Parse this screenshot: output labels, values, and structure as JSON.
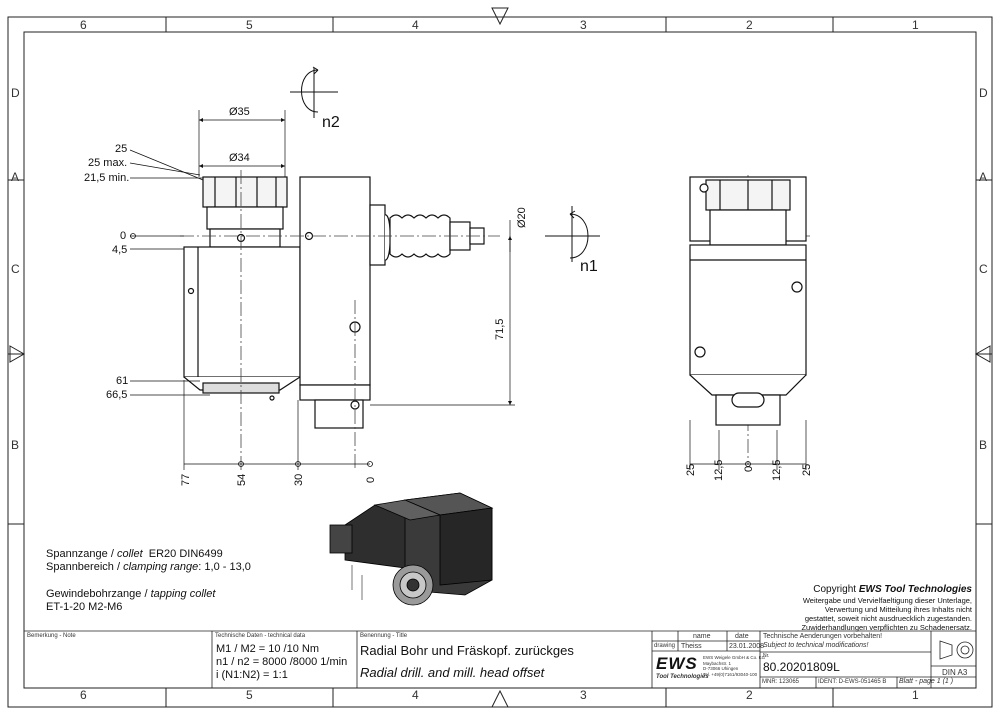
{
  "border": {
    "columns": [
      "6",
      "5",
      "4",
      "3",
      "2",
      "1"
    ],
    "rows_left": [
      "D",
      "A",
      "C",
      "B"
    ],
    "rows_right": [
      "D",
      "A",
      "C",
      "B"
    ]
  },
  "dimensions": {
    "d35": "Ø35",
    "d34": "Ø34",
    "d20": "Ø20",
    "n2": "n2",
    "n1": "n1",
    "left_labels": [
      "25",
      "25 max.",
      "21,5 min.",
      "0",
      "4,5",
      "61",
      "66,5"
    ],
    "v715": "71,5",
    "bottom_front": [
      "77",
      "54",
      "30",
      "0"
    ],
    "bottom_side": [
      "25",
      "12,5",
      "0",
      "12,5",
      "25"
    ]
  },
  "notes": {
    "collet_de": "Spannzange /",
    "collet_en": "collet",
    "collet_spec": "ER20    DIN6499",
    "range_de": "Spannbereich /",
    "range_en": "clamping range",
    "range_val": ": 1,0 - 13,0",
    "tap_de": "Gewindebohrzange /",
    "tap_en": "tapping collet",
    "tap_spec": "ET-1-20   M2-M6"
  },
  "copyright": {
    "prefix": "Copyright",
    "brand": "EWS Tool Technologies",
    "lines": [
      "Weitergabe und Vervielfaeltigung dieser Unterlage,",
      "Verwertung und Mitteilung ihres Inhalts nicht",
      "gestattet, soweit nicht ausdruecklich zugestanden.",
      "Zuwiderhandlungen verpflichten zu Schadenersatz."
    ]
  },
  "title_block": {
    "remarks_label": "Bemerkung - Note",
    "tech_label": "Technische Daten - technical data",
    "m_line": "M1 / M2 = 10  /10  Nm",
    "n_line": "n1 / n2 = 8000 /8000  1/min",
    "i_line": "i  (N1:N2) = 1:1",
    "title_label": "Benennung - Title",
    "title_de": "Radial Bohr und Fräskopf. zurückges",
    "title_en": "Radial drill. and mill. head offset",
    "col_name": "name",
    "col_date": "date",
    "row_drawing": "drawing",
    "drawer": "Theiss",
    "drawn_date": "23.01.2008",
    "logo": "EWS",
    "logo_sub": "Tool Technologies",
    "address": [
      "EWS Weigele GmbH & Co. KG",
      "Maybachstr. 1",
      "D-73066 Uhingen",
      "Tel. +49(0)7161/93040-100"
    ],
    "change_de": "Technische Aenderungen vorbehalten!",
    "change_en": "Subject to technical modifications!",
    "nr_label": "Nr.",
    "drawing_no": "80.20201809L",
    "mnr": "MNR: 123065",
    "ident": "IDENT: D-EWS-051465 B",
    "sheet": "Blatt - page  1 (1 )",
    "format": "DIN A3"
  }
}
